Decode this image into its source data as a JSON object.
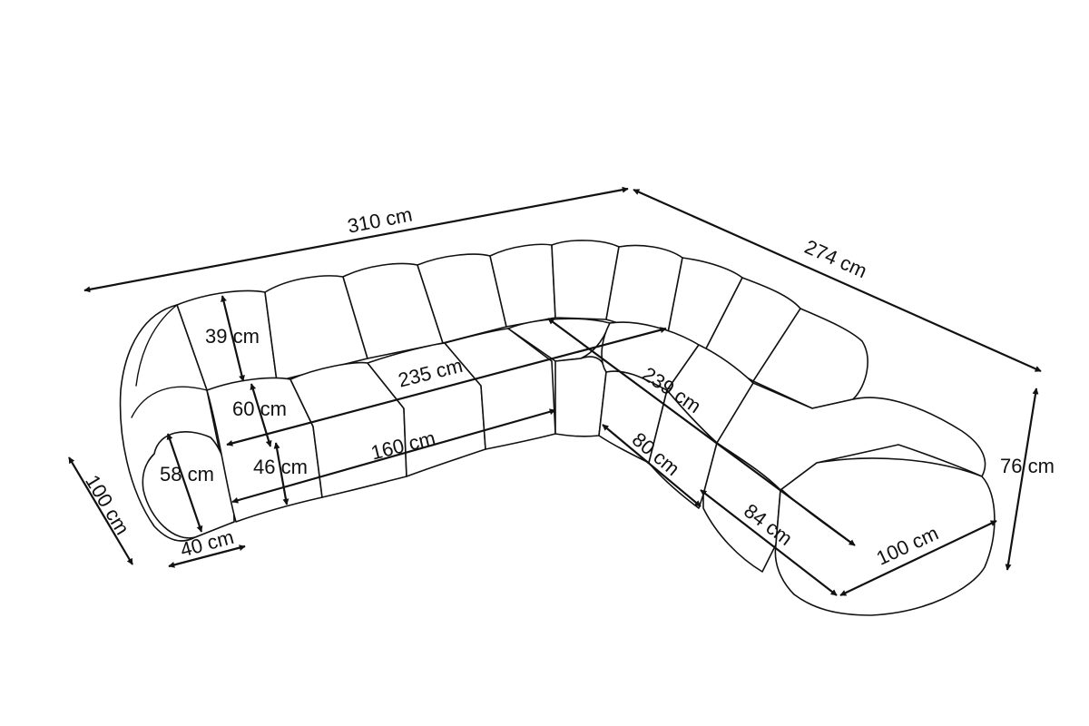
{
  "diagram": {
    "line_color": "#111111",
    "background": "#ffffff",
    "dimensions": {
      "overall_width": "310 cm",
      "overall_depth": "274 cm",
      "total_height": "76 cm",
      "side_depth": "100 cm",
      "arm_width": "40 cm",
      "arm_height": "58 cm",
      "back_height": "39 cm",
      "seat_depth": "60 cm",
      "seat_height": "46 cm",
      "inner_length_left": "235 cm",
      "seat_length_left": "160 cm",
      "inner_length_right": "239 cm",
      "seat_depth_right": "80 cm",
      "chaise_depth": "84 cm",
      "chaise_width": "100 cm"
    }
  }
}
